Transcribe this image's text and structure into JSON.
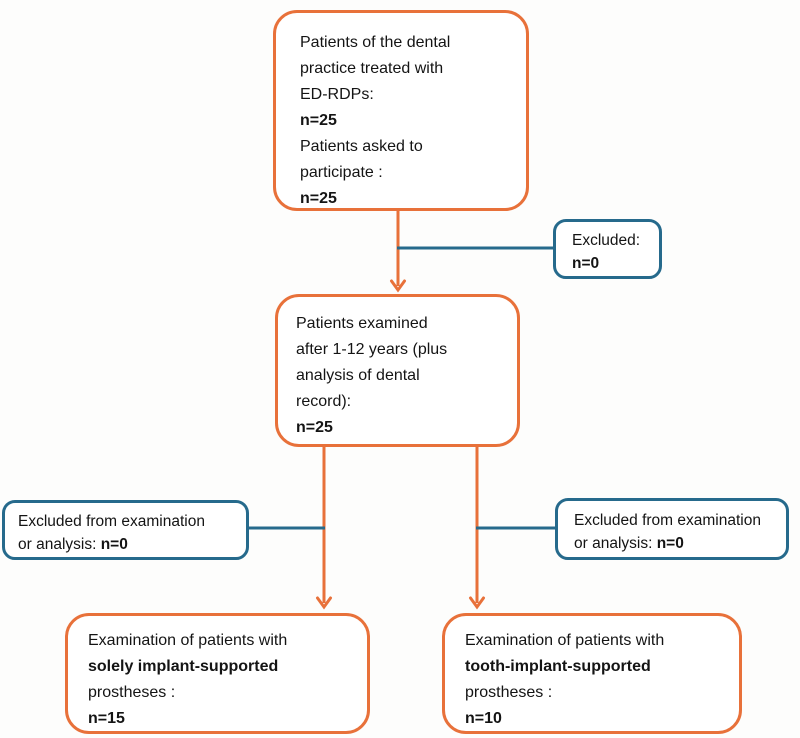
{
  "colors": {
    "orange": "#E8713A",
    "blue": "#266A8C",
    "text": "#141414",
    "bg": "#fdfdfc"
  },
  "diagram": {
    "top_box": {
      "lines": [
        "Patients of the dental",
        "practice treated with",
        "ED-RDPs:",
        "n=25",
        "Patients asked to",
        "participate :",
        "n=25"
      ]
    },
    "excluded_top_box": {
      "label": "Excluded:",
      "n": "n=0"
    },
    "middle_box": {
      "lines": [
        "Patients examined",
        "after 1-12 years (plus",
        "analysis of dental",
        "record):",
        "n=25"
      ]
    },
    "excluded_left_box": {
      "line1": "Excluded from examination",
      "line2_label": "or analysis:",
      "n": "n=0"
    },
    "excluded_right_box": {
      "line1": "Excluded from examination",
      "line2_label": "or analysis:",
      "n": "n=0"
    },
    "bottom_left_box": {
      "line1": "Examination of patients with",
      "emphasis": "solely implant-supported",
      "line2": "prostheses :",
      "n": "n=15"
    },
    "bottom_right_box": {
      "line1": "Examination of patients with",
      "emphasis": "tooth-implant-supported",
      "line2": "prostheses :",
      "n": "n=10"
    }
  }
}
